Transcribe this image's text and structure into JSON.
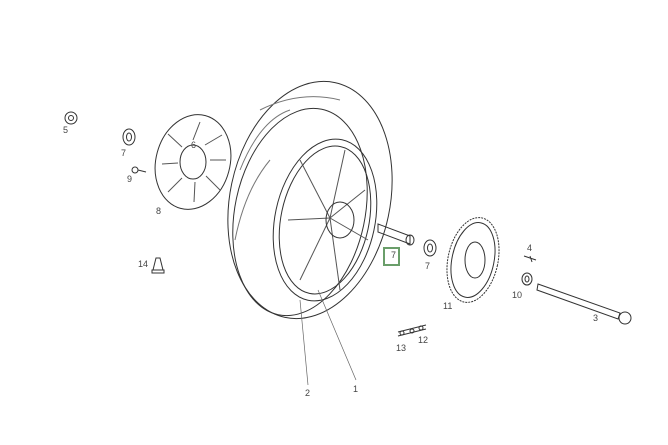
{
  "title": "Wheel exploded parts diagram",
  "labels": {
    "p5": "5",
    "p7a": "7",
    "p9": "9",
    "p8": "8",
    "p6": "6",
    "p14": "14",
    "p2": "2",
    "p1": "1",
    "p1box": "7",
    "p7b": "7",
    "p11": "11",
    "p4": "4",
    "p10": "10",
    "p3": "3",
    "p13": "13",
    "p12": "12"
  },
  "highlight_color": "#6a9e6a"
}
